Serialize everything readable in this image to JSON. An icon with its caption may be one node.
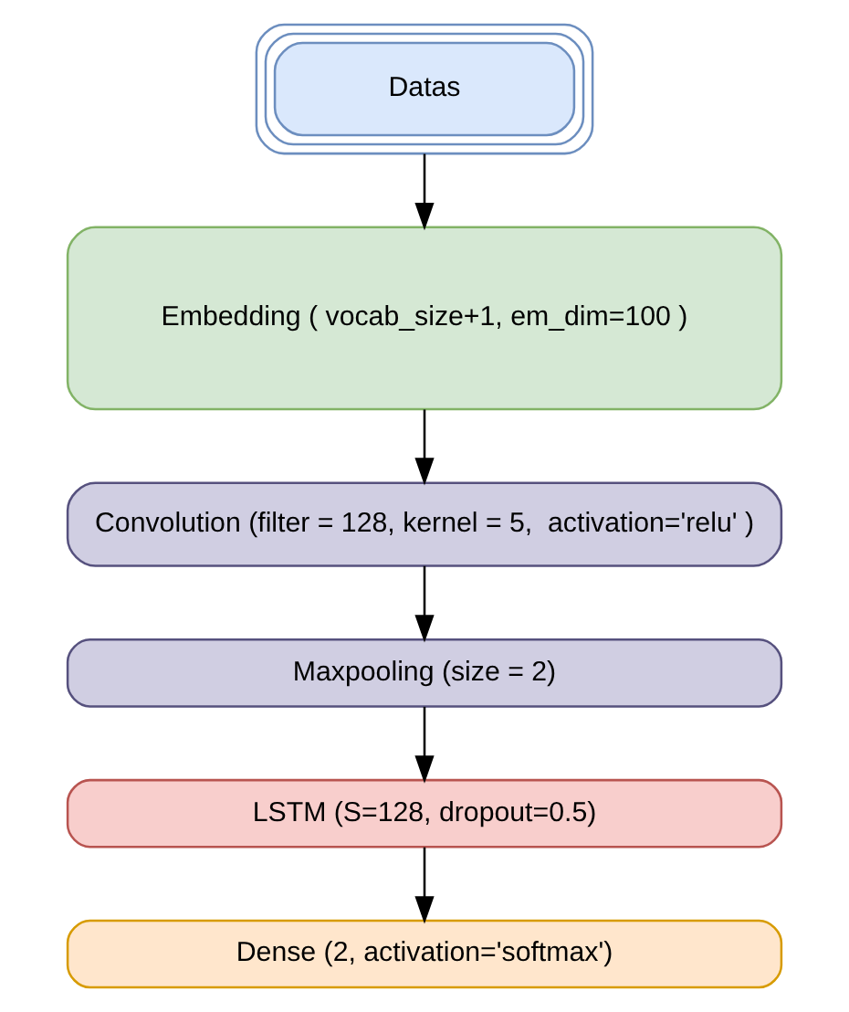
{
  "diagram": {
    "nodes": [
      {
        "text": [
          "Datas"
        ]
      },
      {
        "text": [
          "Embedding ( vocab_size+1, em_dim=100 )"
        ]
      },
      {
        "text": [
          "Convolution (filter = 128, kernel = 5,  activation='relu' )"
        ]
      },
      {
        "text": [
          "Maxpooling (size = 2)"
        ]
      },
      {
        "text": [
          "LSTM (S=128, dropout=0.5)"
        ]
      },
      {
        "text": [
          "Dense (2, activation='softmax')"
        ]
      }
    ],
    "edges": [
      {
        "from": 0,
        "to": 1,
        "arrow": "to"
      },
      {
        "from": 1,
        "to": 2,
        "arrow": "to"
      },
      {
        "from": 2,
        "to": 3,
        "arrow": "to"
      },
      {
        "from": 3,
        "to": 4,
        "arrow": "to"
      },
      {
        "from": 4,
        "to": 5,
        "arrow": "to"
      }
    ]
  }
}
